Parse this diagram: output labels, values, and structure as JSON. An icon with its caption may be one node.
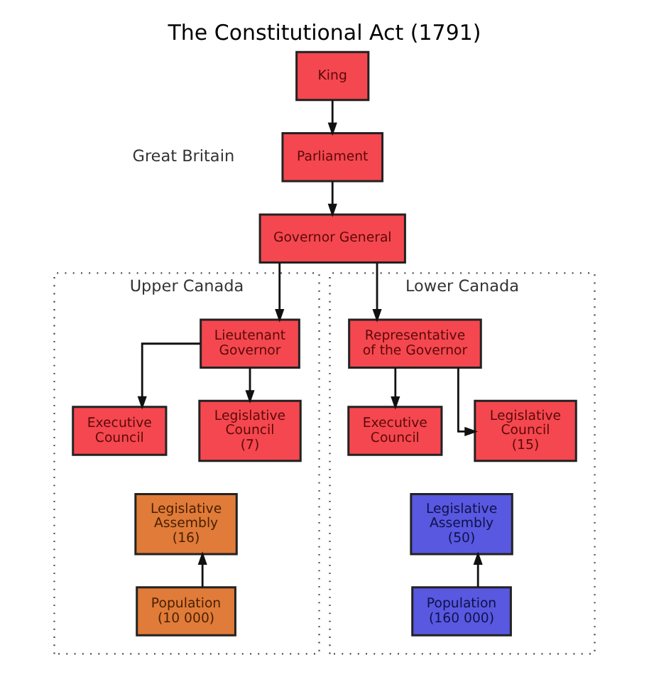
{
  "diagram": {
    "title": "The Constitutional Act (1791)",
    "nodes": [
      {
        "text": [
          "King"
        ]
      },
      {
        "text": [
          "Parliament"
        ]
      },
      {
        "text": [
          "Governor General"
        ]
      },
      {
        "text": [
          "Upper Canada"
        ]
      },
      {
        "text": [
          "Lieutenant Governor"
        ],
        "in": 3
      },
      {
        "text": [
          "Executive Council"
        ],
        "in": 3
      },
      {
        "text": [
          "Legislative Council",
          "(7)"
        ],
        "in": 3
      },
      {
        "text": [
          "Legislative Assembly",
          "(16)"
        ],
        "in": 3
      },
      {
        "text": [
          "Population",
          "(10 000)"
        ],
        "in": 3
      },
      {
        "text": [
          "Lower Canada"
        ]
      },
      {
        "text": [
          "Representative of the Governor"
        ],
        "in": 9
      },
      {
        "text": [
          "Executive Council"
        ],
        "in": 9
      },
      {
        "text": [
          "Legislative Council",
          "(15)"
        ],
        "in": 9
      },
      {
        "text": [
          "Legislative Assembly",
          "(50)"
        ],
        "in": 9
      },
      {
        "text": [
          "Population",
          "(160 000)"
        ],
        "in": 9
      }
    ],
    "edges": [
      {
        "from": 0,
        "to": 1,
        "arrow": "to"
      },
      {
        "from": 1,
        "to": 2,
        "arrow": "to"
      },
      {
        "from": 2,
        "to": 4,
        "arrow": "to"
      },
      {
        "from": 2,
        "to": 10,
        "arrow": "to"
      },
      {
        "from": 4,
        "to": 5,
        "arrow": "to"
      },
      {
        "from": 4,
        "to": 6,
        "arrow": "to"
      },
      {
        "from": 8,
        "to": 7,
        "arrow": "to"
      },
      {
        "from": 10,
        "to": 11,
        "arrow": "to"
      },
      {
        "from": 10,
        "to": 12,
        "arrow": "to"
      },
      {
        "from": 14,
        "to": 13,
        "arrow": "to"
      }
    ],
    "labels": [
      "Great Britain"
    ]
  }
}
